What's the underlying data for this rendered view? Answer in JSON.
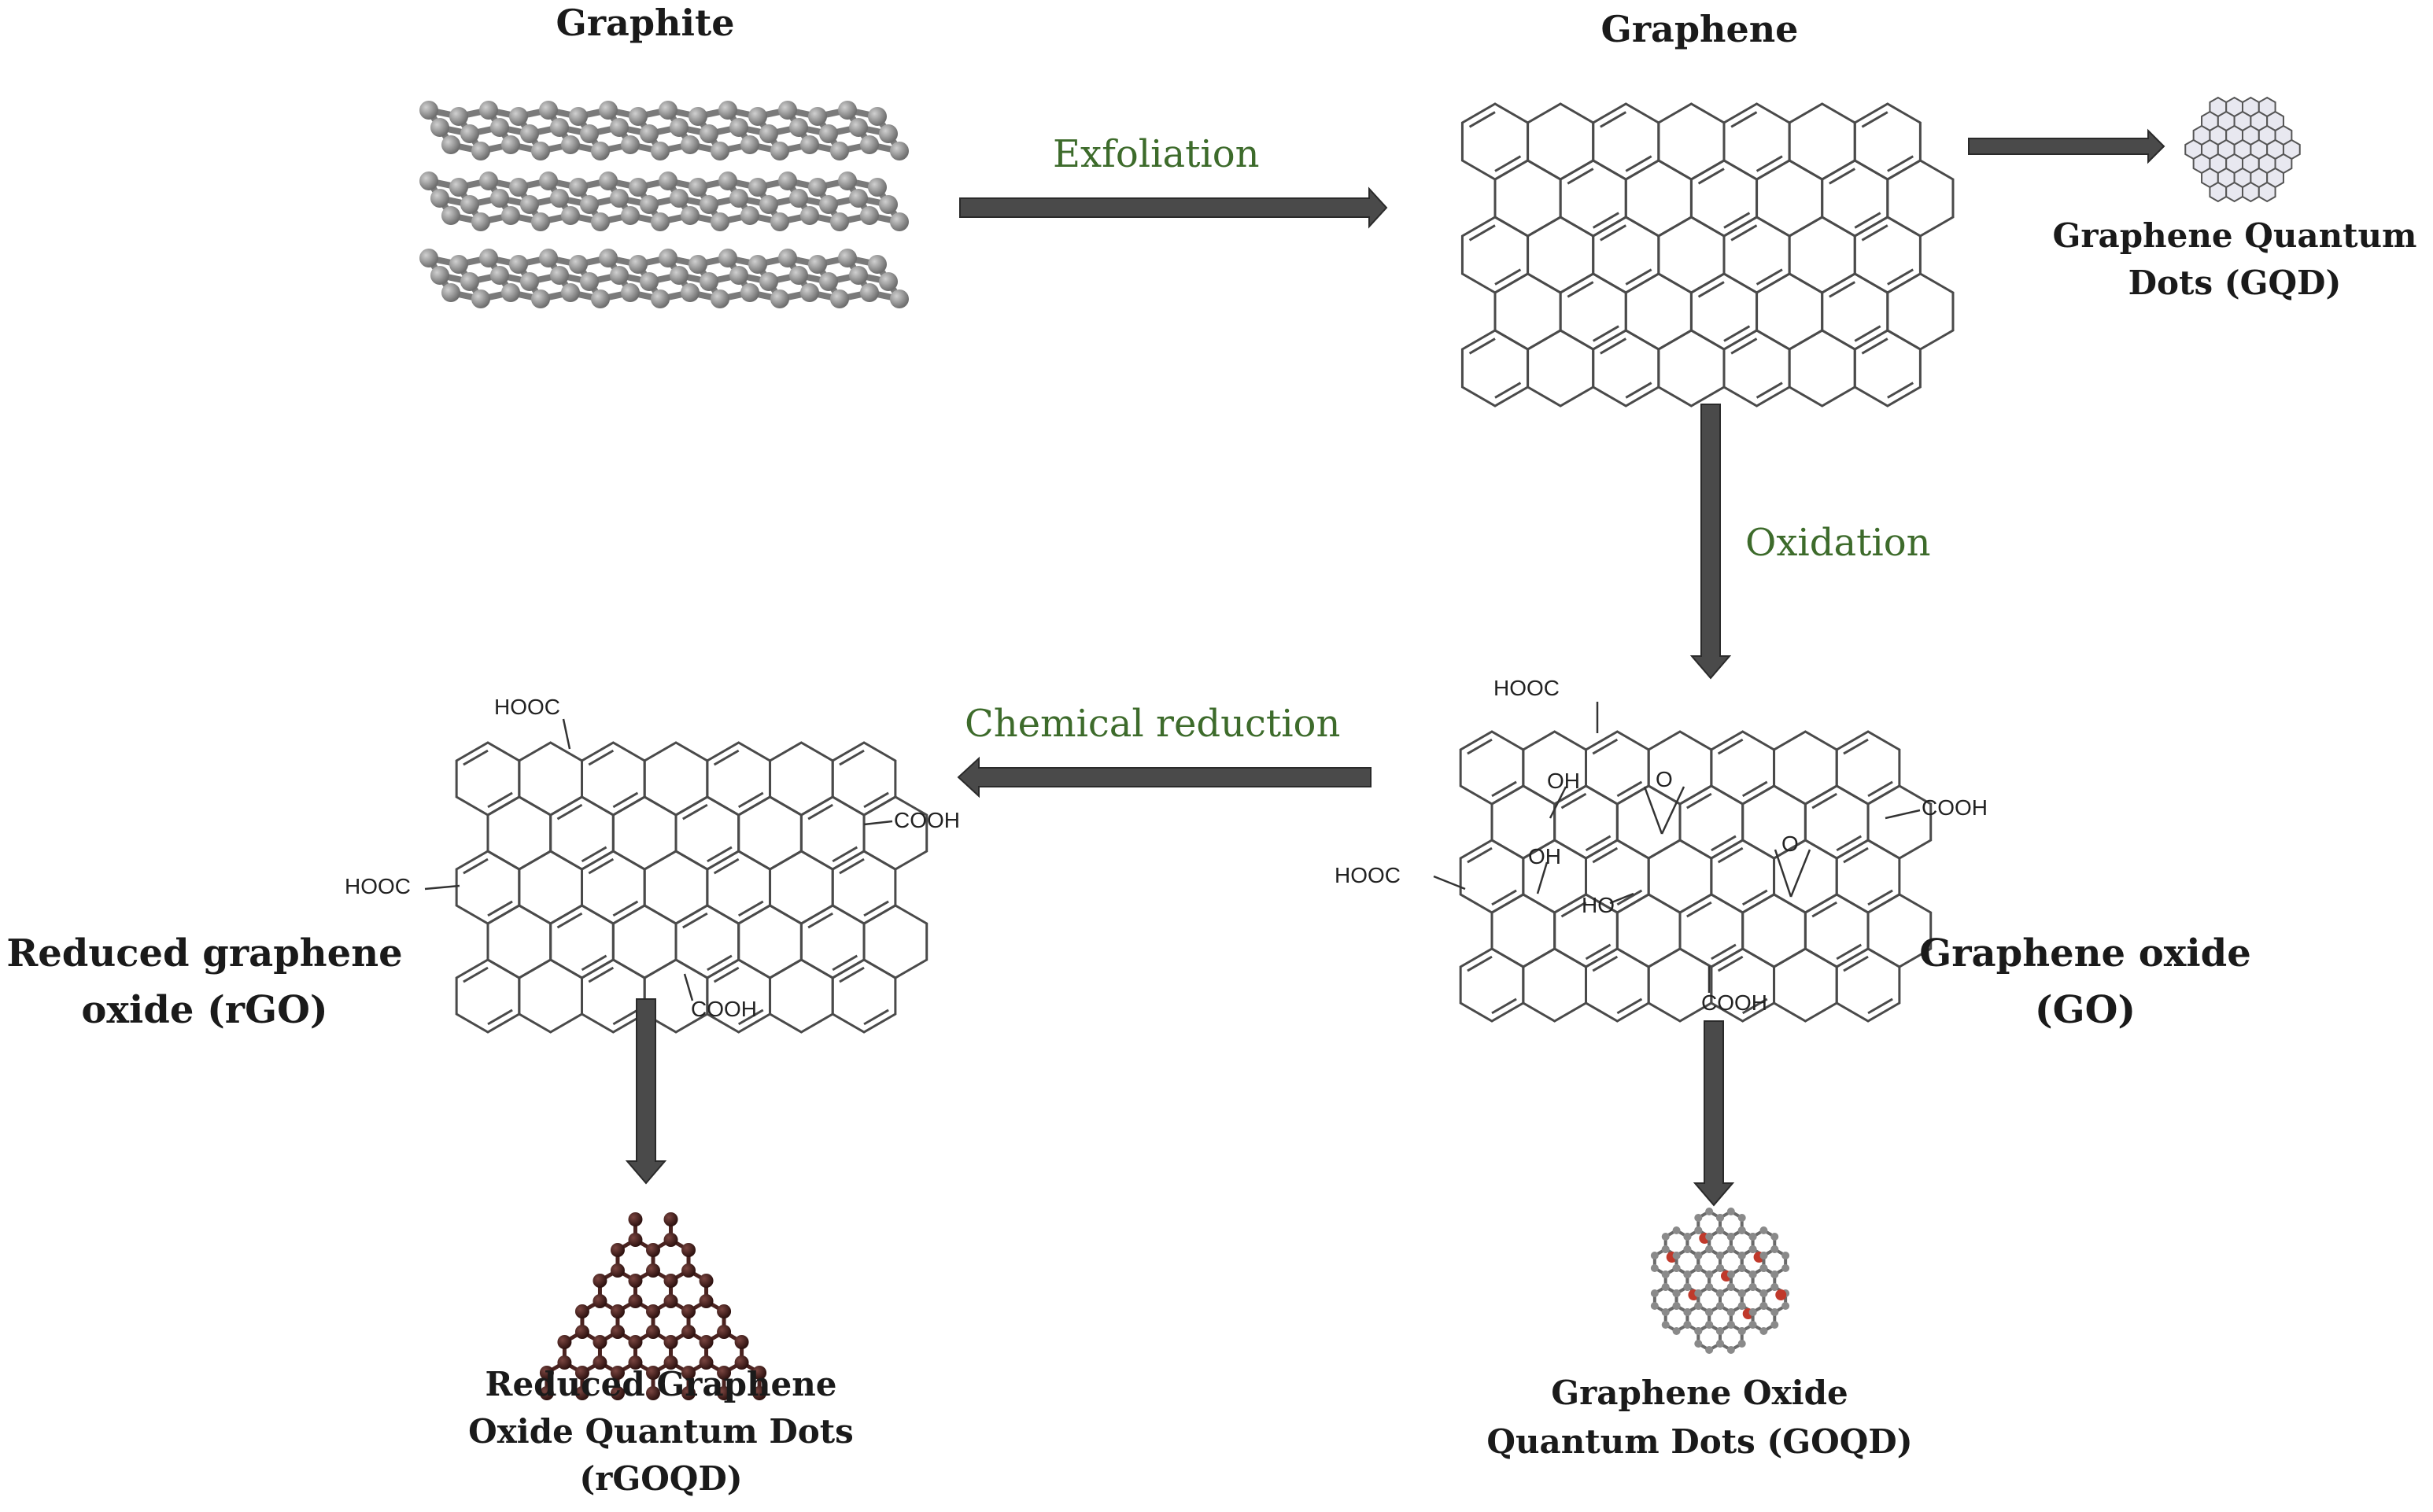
{
  "labels": {
    "graphite": "Graphite",
    "graphene": "Graphene",
    "gqd_line1": "Graphene Quantum",
    "gqd_line2": "Dots (GQD)",
    "go_line1": "Graphene oxide",
    "go_line2": "(GO)",
    "rgo_line1": "Reduced graphene",
    "rgo_line2": "oxide (rGO)",
    "goqd_line1": "Graphene Oxide",
    "goqd_line2": "Quantum Dots (GOQD)",
    "rgoqd_line1": "Reduced Graphene",
    "rgoqd_line2": "Oxide Quantum Dots",
    "rgoqd_line3": "(rGOQD)"
  },
  "processes": {
    "exfoliation": "Exfoliation",
    "oxidation": "Oxidation",
    "chemical_reduction": "Chemical reduction"
  },
  "groups": {
    "go": {
      "hooc_top": "HOOC",
      "cooh_right": "COOH",
      "hooc_left": "HOOC",
      "cooh_bottom": "COOH",
      "oh1": "OH",
      "oh2": "OH",
      "ho": "HO",
      "epoxy1": "O",
      "epoxy2": "O"
    },
    "rgo": {
      "hooc_top": "HOOC",
      "cooh_right": "COOH",
      "hooc_left": "HOOC",
      "cooh_bottom": "COOH"
    }
  },
  "colors": {
    "arrow": "#4a4a4a",
    "process_text": "#3d6b2b",
    "bond": "#555555",
    "graphite_atom": "#8c8c8c",
    "rgoqd_atom": "#4a2320",
    "oxygen_atom": "#c0392b"
  }
}
